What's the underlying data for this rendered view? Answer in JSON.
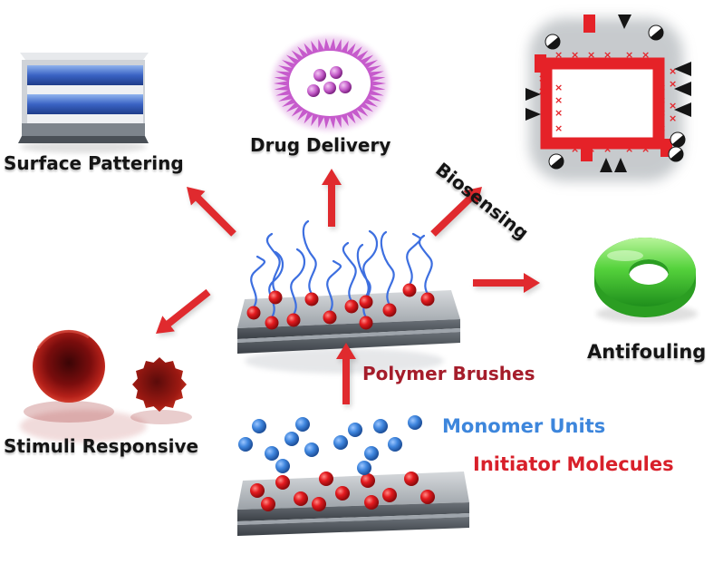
{
  "labels": {
    "surface_patterning": "Surface Pattering",
    "drug_delivery": "Drug Delivery",
    "biosensing": "Biosensing",
    "antifouling": "Antifouling",
    "stimuli_responsive": "Stimuli Responsive",
    "polymer_brushes": "Polymer Brushes",
    "monomer_units": "Monomer Units",
    "initiator_molecules": "Initiator Molecules"
  },
  "colors": {
    "arrow_red": "#e02a2e",
    "monomer_blue": "#3f86de",
    "initiator_red": "#e3161c",
    "chain_blue": "#3d6fe0",
    "slab_gray": "#555b62",
    "antifouling_green": "#4ecb3a"
  },
  "icons": {
    "surface_patterning": "layered-substrate-icon",
    "drug_delivery": "micelle-icon",
    "biosensing": "sensor-receptor-icon",
    "antifouling": "green-ring-icon",
    "stimuli_responsive": "swollen-collapsed-particle-icon"
  }
}
